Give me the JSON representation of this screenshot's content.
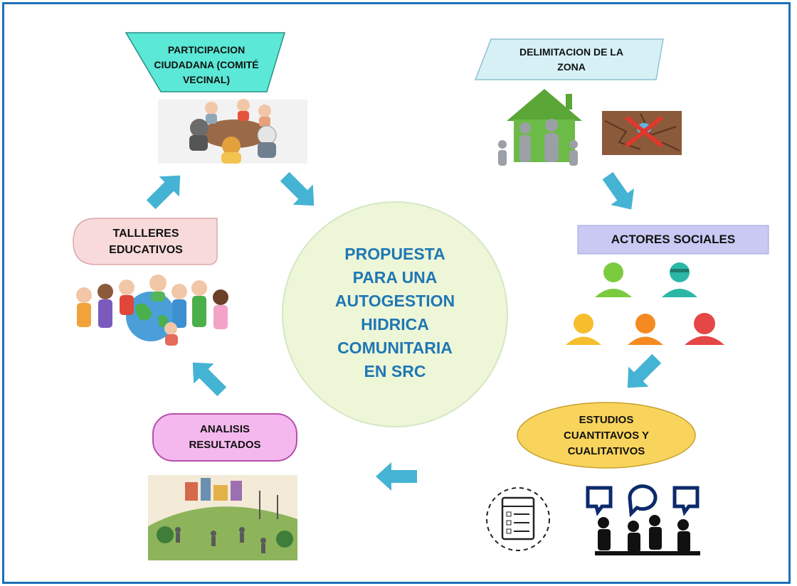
{
  "center": {
    "title": "PROPUESTA\nPARA UNA\nAUTOGESTION\nHIDRICA\nCOMUNITARIA\nEN SRC"
  },
  "nodes": {
    "participacion": "PARTICIPACION\nCIUDADANA (COMITÉ\nVECINAL)",
    "delimitacion": "DELIMITACION DE LA\nZONA",
    "actores": "ACTORES SOCIALES",
    "estudios": "ESTUDIOS\nCUANTITAVOS Y\nCUALITATIVOS",
    "analisis": "ANALISIS\nRESULTADOS",
    "talleres": "TALLLERES\nEDUCATIVOS"
  },
  "colors": {
    "frame": "#1d6fb8",
    "arrow": "#45b3d3",
    "center_fill": "#eef6d8",
    "center_text": "#1f78b4",
    "participacion": "#5be8d6",
    "delimitacion": "#d6f0f6",
    "actores": "#c9c9f4",
    "estudios": "#f9d45c",
    "analisis": "#f4b8ee",
    "talleres": "#f8dada"
  }
}
